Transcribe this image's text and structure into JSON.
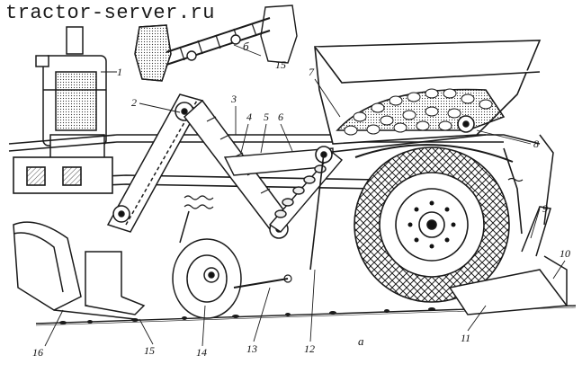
{
  "watermark": "tractor-server.ru",
  "figure": {
    "subfigure_top": "б",
    "subfigure_bottom": "а"
  },
  "callouts": [
    {
      "id": "1",
      "text": "1"
    },
    {
      "id": "2",
      "text": "2"
    },
    {
      "id": "3",
      "text": "3"
    },
    {
      "id": "4",
      "text": "4"
    },
    {
      "id": "5",
      "text": "5"
    },
    {
      "id": "6",
      "text": "6"
    },
    {
      "id": "7",
      "text": "7"
    },
    {
      "id": "8",
      "text": "8"
    },
    {
      "id": "9",
      "text": "9"
    },
    {
      "id": "10",
      "text": "10"
    },
    {
      "id": "11",
      "text": "11"
    },
    {
      "id": "12",
      "text": "12"
    },
    {
      "id": "13",
      "text": "13"
    },
    {
      "id": "14",
      "text": "14"
    },
    {
      "id": "15a",
      "text": "15"
    },
    {
      "id": "15b",
      "text": "15"
    },
    {
      "id": "16",
      "text": "16"
    }
  ],
  "colors": {
    "ink": "#1a1a1a",
    "paper": "#ffffff",
    "shade": "#d9d9d9"
  }
}
